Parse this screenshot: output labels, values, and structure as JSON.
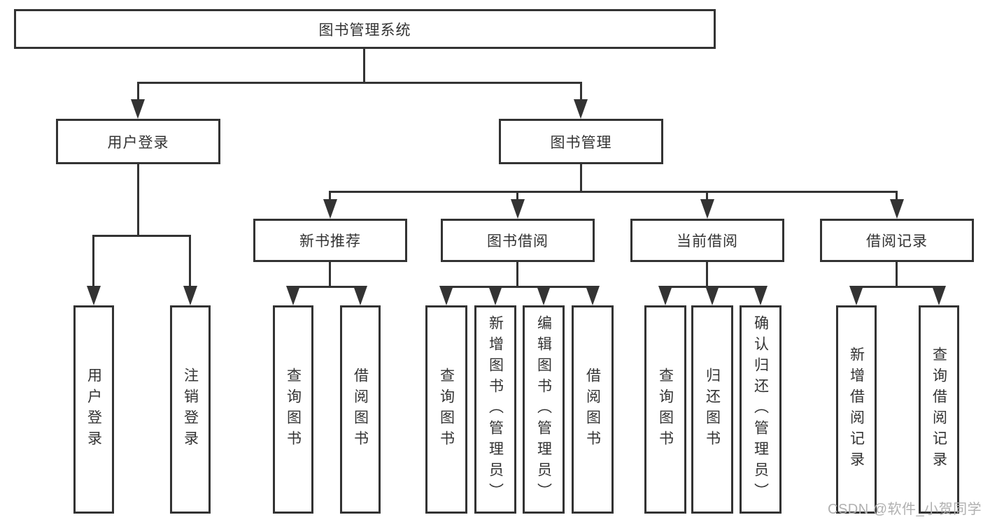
{
  "diagram": {
    "type": "tree",
    "root": {
      "label": "图书管理系统"
    },
    "branches": [
      {
        "label": "用户登录",
        "children": [
          {
            "label": "用户登录"
          },
          {
            "label": "注销登录"
          }
        ]
      },
      {
        "label": "图书管理",
        "children": [
          {
            "label": "新书推荐",
            "children": [
              {
                "label": "查询图书"
              },
              {
                "label": "借阅图书"
              }
            ]
          },
          {
            "label": "图书借阅",
            "children": [
              {
                "label": "查询图书"
              },
              {
                "label": "新增图书（管理员）"
              },
              {
                "label": "编辑图书（管理员）"
              },
              {
                "label": "借阅图书"
              }
            ]
          },
          {
            "label": "当前借阅",
            "children": [
              {
                "label": "查询图书"
              },
              {
                "label": "归还图书"
              },
              {
                "label": "确认归还（管理员）"
              }
            ]
          },
          {
            "label": "借阅记录",
            "children": [
              {
                "label": "新增借阅记录"
              },
              {
                "label": "查询借阅记录"
              }
            ]
          }
        ]
      }
    ]
  },
  "watermark": {
    "text": "CSDN @软件_小贺同学",
    "color": "#b0b0b0"
  },
  "colors": {
    "line": "#333333",
    "box_border": "#333333",
    "text": "#333333",
    "background": "#ffffff"
  }
}
